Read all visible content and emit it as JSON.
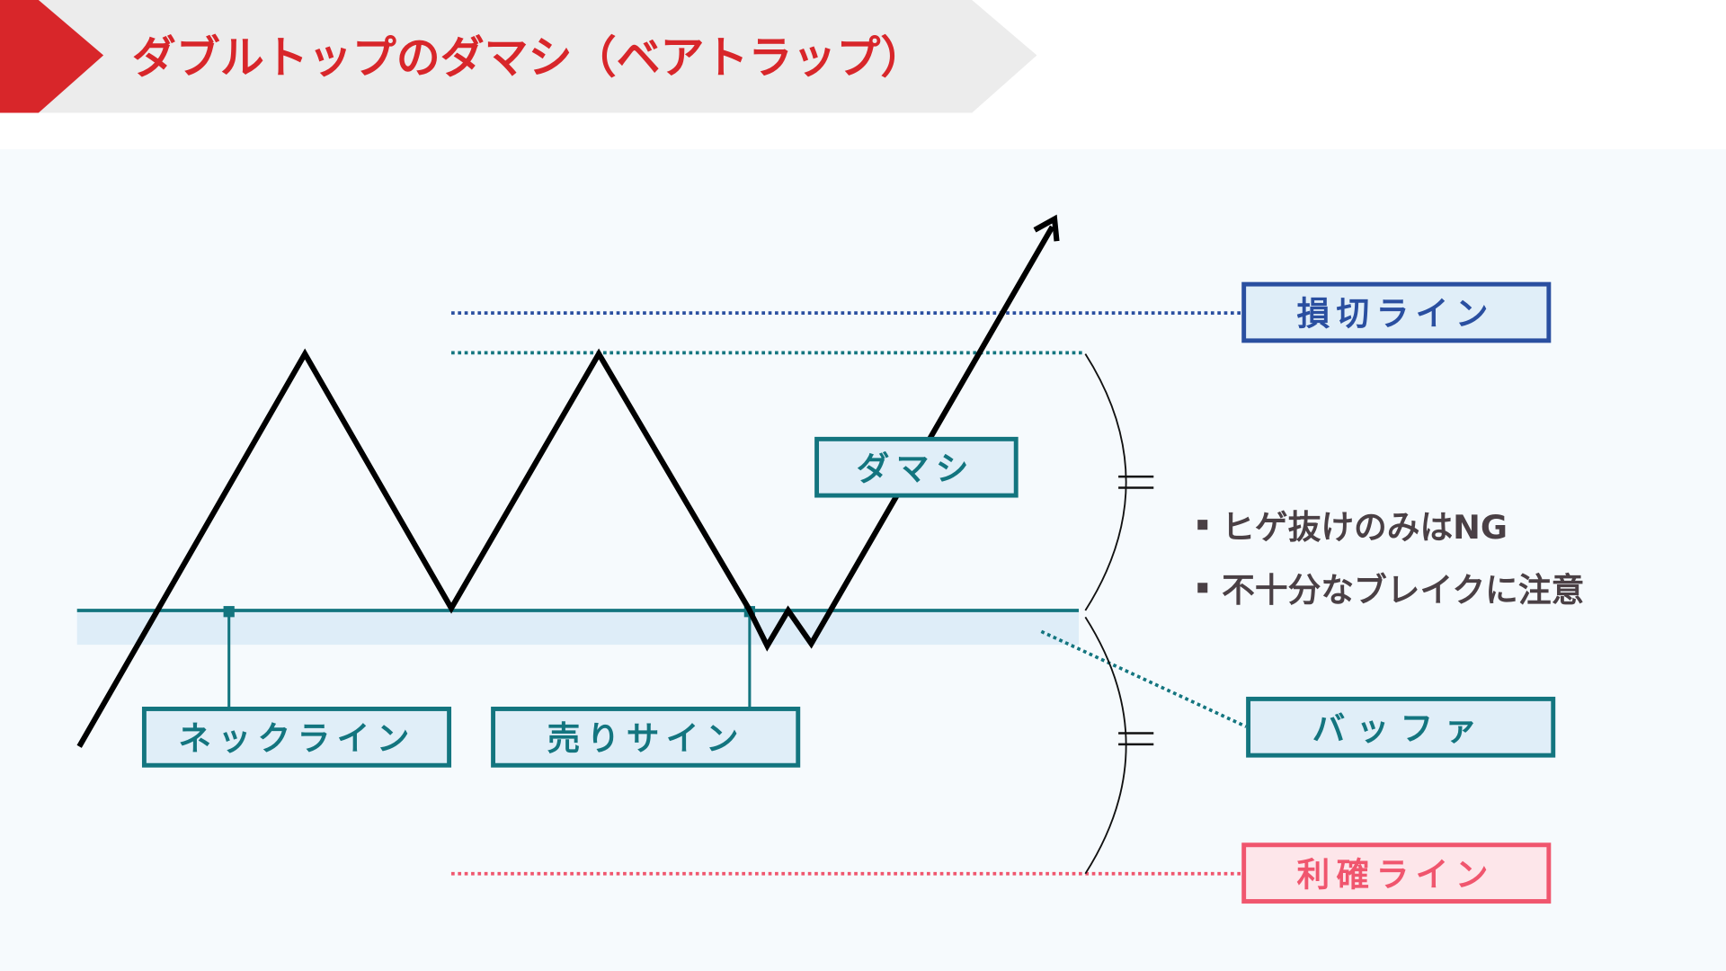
{
  "title": "ダブルトップのダマシ（ベアトラップ）",
  "labels": {
    "stop_loss": "損切ライン",
    "fake": "ダマシ",
    "neckline": "ネックライン",
    "sell_sign": "売りサイン",
    "buffer": "バッファ",
    "take_profit": "利確ライン"
  },
  "notes": [
    "ヒゲ抜けのみはNG",
    "不十分なブレイクに注意"
  ],
  "equal_mark": "=",
  "colors": {
    "accent_red": "#d8262a",
    "teal": "#13757f",
    "blue": "#2a4fa0",
    "pink": "#f0566e",
    "label_fill": "#e0eef8",
    "pink_fill": "#fde6ea"
  }
}
